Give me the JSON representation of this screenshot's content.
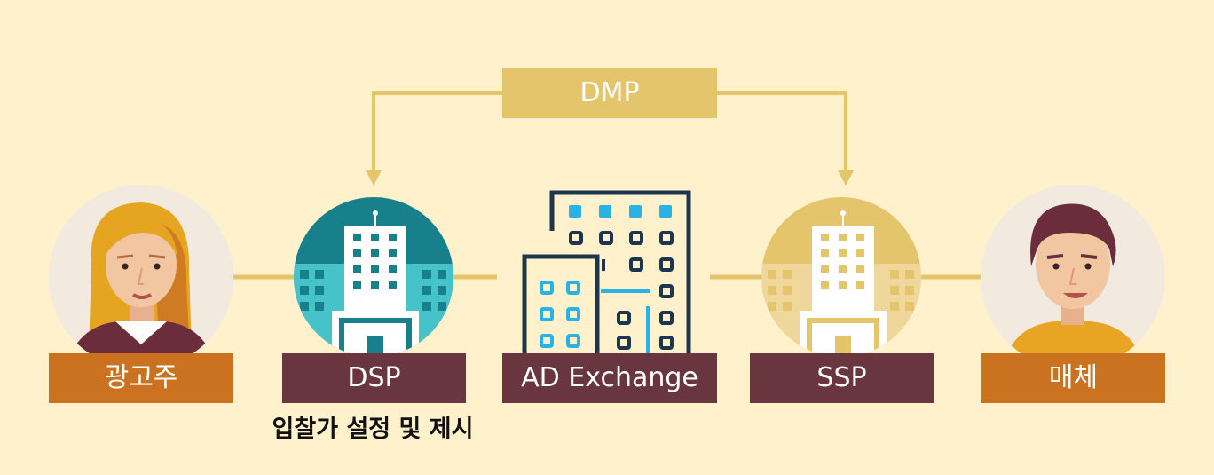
{
  "dmp": {
    "label": "DMP"
  },
  "nodes": {
    "advertiser": {
      "label": "광고주",
      "icon": "advertiser-woman-avatar-icon"
    },
    "dsp": {
      "label": "DSP",
      "icon": "dsp-building-teal-icon"
    },
    "adx": {
      "label": "AD Exchange",
      "icon": "ad-exchange-buildings-icon"
    },
    "ssp": {
      "label": "SSP",
      "icon": "ssp-building-gold-icon"
    },
    "publisher": {
      "label": "매체",
      "icon": "publisher-man-avatar-icon"
    }
  },
  "caption": "입찰가 설정 및 제시",
  "colors": {
    "background": "#FEF1CB",
    "connector": "#E5C56C",
    "orange_label": "#CB7220",
    "maroon_label": "#693640",
    "dsp_circle": "#17808A",
    "ssp_circle": "#E5C56C",
    "navy": "#1E3550",
    "cyan": "#29B3E5"
  }
}
